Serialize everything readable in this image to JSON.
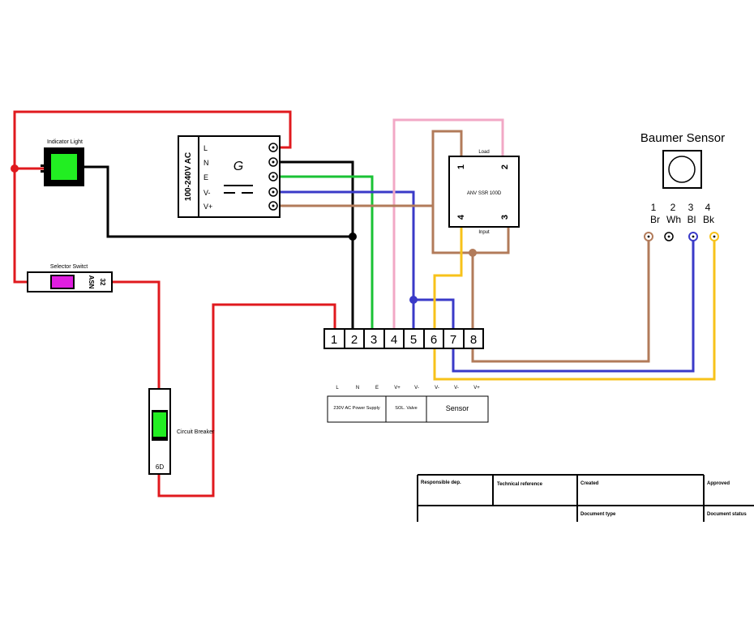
{
  "colors": {
    "red": "#e0191e",
    "black": "#000000",
    "green": "#1ac235",
    "blue": "#3a3ac8",
    "brown": "#b27b5a",
    "pink": "#f2a8c6",
    "yellow": "#f7c21a",
    "magenta": "#e01ee0",
    "led_green": "#22ee22"
  },
  "indicator_light": {
    "label": "Indicator Light"
  },
  "selector_switch": {
    "label": "Selector Switct",
    "marks": [
      "ASN",
      "32"
    ]
  },
  "circuit_breaker": {
    "label": "Circuit Breaker",
    "rating": "6D"
  },
  "power_supply": {
    "voltage_label": "100-240V AC",
    "symbol": "G",
    "terminals": [
      "L",
      "N",
      "E",
      "V-",
      "V+"
    ]
  },
  "ssr": {
    "name": "ANV SSR 100D",
    "load_label": "Load",
    "input_label": "Input",
    "pins": [
      "1",
      "2",
      "4",
      "3"
    ]
  },
  "sensor": {
    "title": "Baumer Sensor",
    "pin_numbers": [
      "1",
      "2",
      "3",
      "4"
    ],
    "pin_colors": [
      "Br",
      "Wh",
      "Bl",
      "Bk"
    ]
  },
  "terminal_block": {
    "numbers": [
      "1",
      "2",
      "3",
      "4",
      "5",
      "6",
      "7",
      "8"
    ],
    "signals": [
      "L",
      "N",
      "E",
      "V+",
      "V-",
      "V-",
      "V-",
      "V+"
    ],
    "groups": [
      "230V AC Power Supply",
      "SOL. Valve",
      "Sensor"
    ]
  },
  "title_block": {
    "fields": [
      "Responsible dep.",
      "Technical reference",
      "Created",
      "Approved",
      "Document type",
      "Document status"
    ]
  }
}
